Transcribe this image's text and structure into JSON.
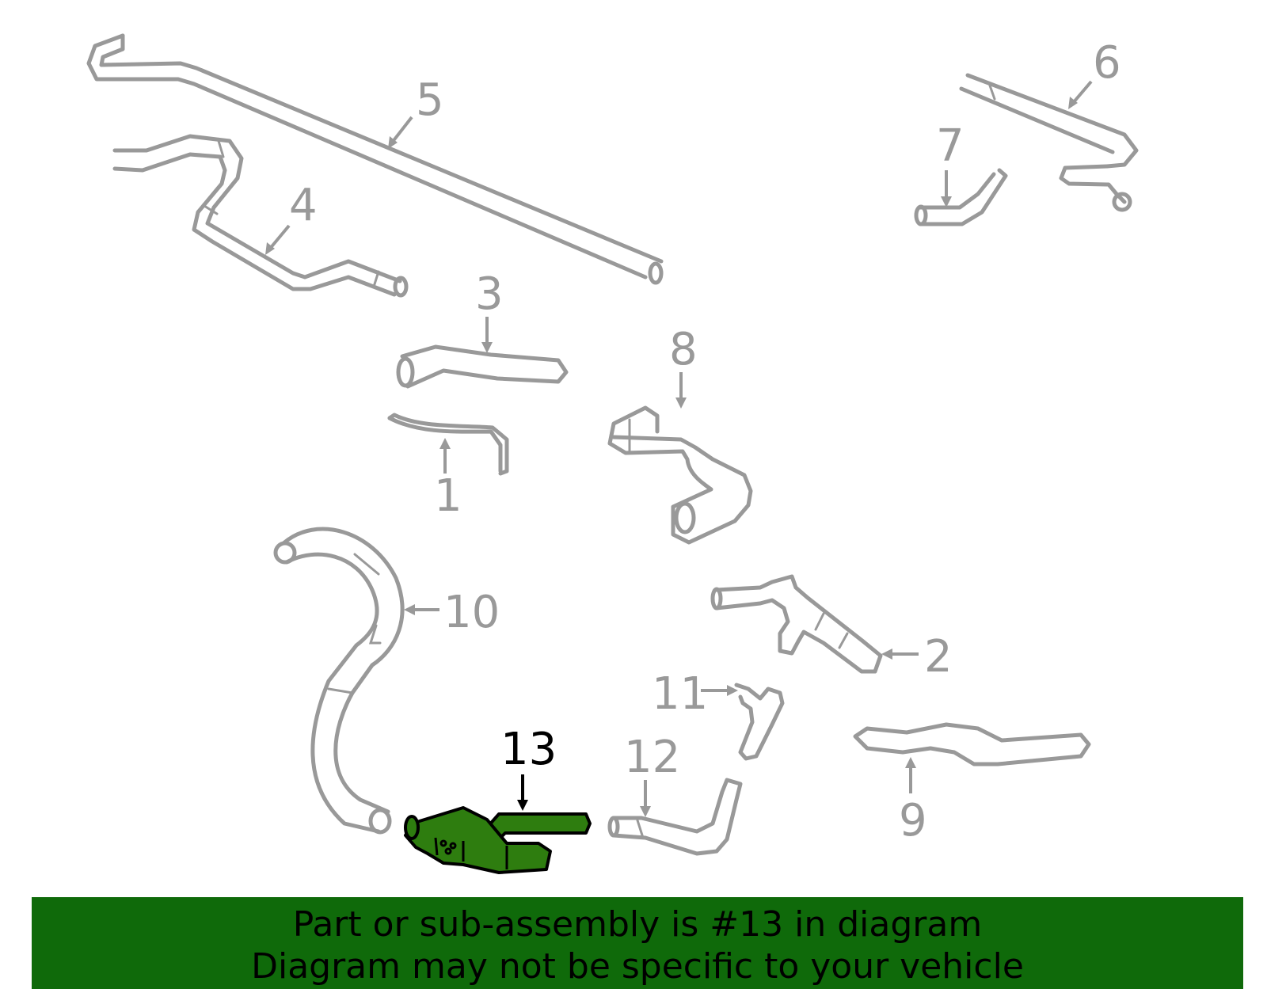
{
  "diagram": {
    "labels": {
      "p1": "1",
      "p2": "2",
      "p3": "3",
      "p4": "4",
      "p5": "5",
      "p6": "6",
      "p7": "7",
      "p8": "8",
      "p9": "9",
      "p10": "10",
      "p11": "11",
      "p12": "12",
      "p13": "13"
    },
    "highlighted_part": "13",
    "colors": {
      "outline": "#999999",
      "highlight_fill": "#2e7d0f",
      "banner": "#0f6a0a"
    }
  },
  "banner": {
    "line1": "Part or sub-assembly is #13 in diagram",
    "line2": "Diagram may not be specific to your vehicle"
  }
}
